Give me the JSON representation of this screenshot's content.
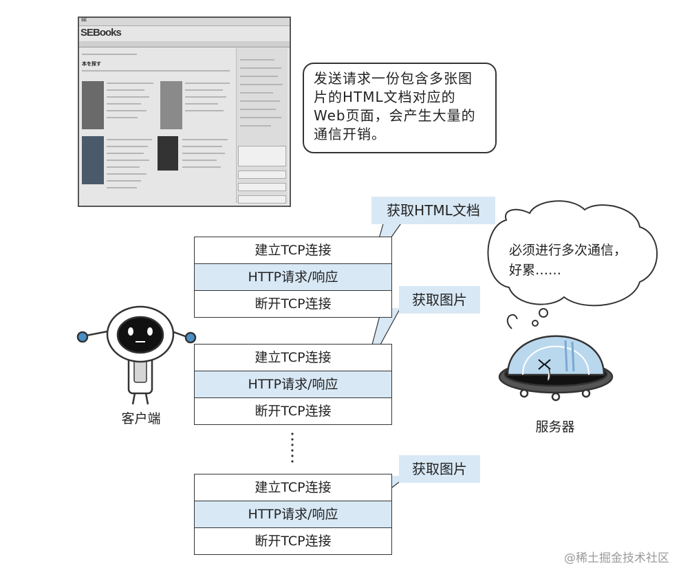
{
  "website": {
    "logo": "SEBooks",
    "logo_small": "SE",
    "page_heading": "本を探す"
  },
  "note_bubble": {
    "lines": [
      "发送请求一份包含多张图",
      "片的HTML文档对应的",
      "Web页面，会产生大量的",
      "通信开销。"
    ]
  },
  "callouts": {
    "first": "获取HTML文档",
    "second": "获取图片",
    "third": "获取图片"
  },
  "stacks": [
    {
      "rows": [
        "建立TCP连接",
        "HTTP请求/响应",
        "断开TCP连接"
      ]
    },
    {
      "rows": [
        "建立TCP连接",
        "HTTP请求/响应",
        "断开TCP连接"
      ]
    },
    {
      "rows": [
        "建立TCP连接",
        "HTTP请求/响应",
        "断开TCP连接"
      ]
    }
  ],
  "thought_bubble": {
    "line1": "必须进行多次通信，",
    "line2": "好累……"
  },
  "client_label": "客户端",
  "server_label": "服务器",
  "watermark": "@稀土掘金技术社区",
  "colors": {
    "highlight": "#d8e8f5",
    "robot_accent": "#4a90c8",
    "outline": "#333333"
  }
}
